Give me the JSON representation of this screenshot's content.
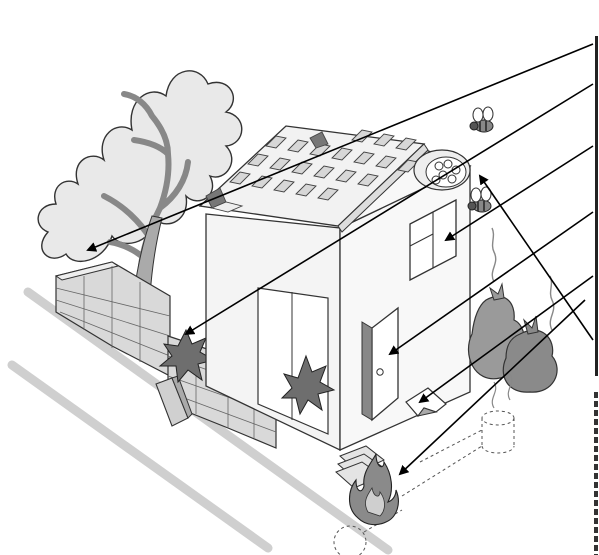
{
  "scene": {
    "colors": {
      "outline": "#333333",
      "tree_fill": "#e9e9e9",
      "wall_fill": "#f4f4f4",
      "roof_fill": "#f2f2f2",
      "roof_tile_fill": "#d7d7d7",
      "brick_fill": "#d9d9d9",
      "bag_fill": "#9a9a9a",
      "fire_fill": "#8a8a8a",
      "ground_line": "#cfcfcf",
      "pointer_line": "#000000"
    },
    "icons": [
      "tree-icon",
      "brick-fence-icon",
      "house-icon",
      "broken-roof-icon",
      "wasp-nest-icon",
      "wasp-icon",
      "window-icon",
      "door-icon",
      "damage-splat-icon",
      "garbage-bag-icon",
      "litter-icon",
      "fire-icon",
      "paper-stack-icon",
      "broken-brick-icon"
    ],
    "pointers": [
      {
        "id": "pointer-tree"
      },
      {
        "id": "pointer-fence-damage"
      },
      {
        "id": "pointer-window"
      },
      {
        "id": "pointer-door"
      },
      {
        "id": "pointer-litter"
      },
      {
        "id": "pointer-fire"
      },
      {
        "id": "pointer-wasp-nest"
      }
    ]
  }
}
